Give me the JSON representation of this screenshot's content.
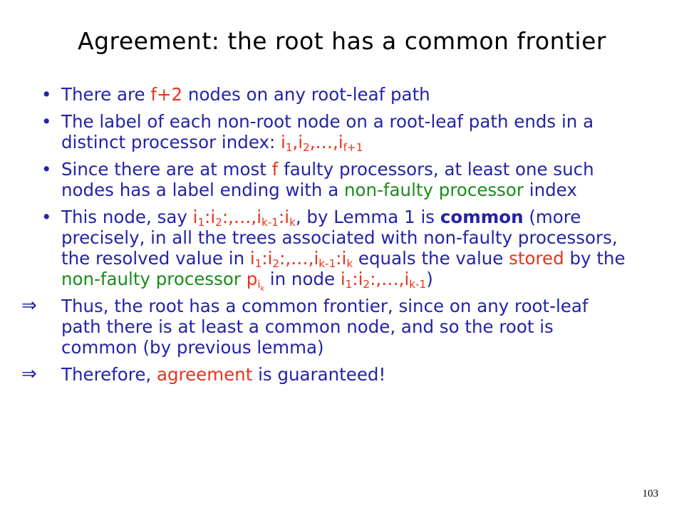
{
  "slide": {
    "title": "Agreement: the root has a common frontier",
    "page_number": "103",
    "colors": {
      "text": "#2323a8",
      "highlight_red": "#e8341c",
      "highlight_green": "#1a8c1a"
    },
    "bullet_marker": "•",
    "arrow_marker": "⇒",
    "b1": {
      "t1": "There are ",
      "t2": "f+2",
      "t3": " nodes on any root-leaf path"
    },
    "b2": {
      "t1": "The label of each non-root node on a root-leaf path ends in a distinct processor index: ",
      "i": "i",
      "s1": "1",
      "c1": ",",
      "s2": "2",
      "c2": ",…,",
      "sf": "f+1"
    },
    "b3": {
      "t1": "Since there are at most ",
      "t2": "f",
      "t3": " faulty processors, at least one such nodes has a label ending with a ",
      "t4": "non-faulty processor",
      "t5": " index"
    },
    "b4": {
      "t1": "This node, say ",
      "i": "i",
      "s1": "1",
      "sep": ":",
      "s2": "2",
      "dots": ":,…,",
      "sk1": "k-1",
      "sk": "k",
      "t2": ", by Lemma 1 is ",
      "t3": "common",
      "t4": " (more precisely, in all the trees associated with non-faulty processors, the resolved value in ",
      "t5": " equals the value ",
      "t6": "stored",
      "t7": " by the ",
      "t8": "non-faulty processor",
      "t9": " ",
      "p": "p",
      "t10": " in node ",
      "t11": ")"
    },
    "a1": {
      "text": "Thus, the root has a common frontier, since on any root-leaf path there is at least a common node, and so the root is common (by previous lemma)"
    },
    "a2": {
      "t1": "Therefore, ",
      "t2": "agreement",
      "t3": " is guaranteed!"
    }
  }
}
